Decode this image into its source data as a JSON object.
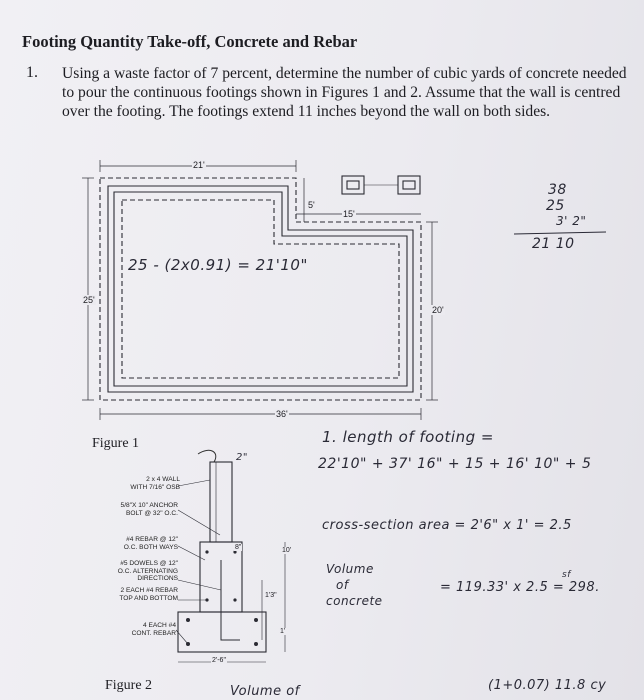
{
  "header": {
    "title": "Footing Quantity Take-off, Concrete and Rebar"
  },
  "question": {
    "number": "1.",
    "text": "Using a waste factor of 7 percent, determine the number of cubic yards of concrete needed to pour the continuous footings shown in Figures 1 and 2. Assume that the wall is centred over the footing. The footings extend 11 inches beyond the wall on both sides."
  },
  "figure1": {
    "caption": "Figure 1",
    "dims": {
      "top": "21'",
      "notch": "5'",
      "right_top": "15'",
      "left": "25'",
      "right": "20'",
      "bottom": "36'"
    }
  },
  "figure2": {
    "caption": "Figure 2",
    "labels": {
      "wall": "2 x 4 WALL\nWITH 7/16\" OSB",
      "anchor": "5/8\"X 10\" ANCHOR\nBOLT @ 32\" O.C.",
      "rebar": "#4 REBAR @ 12\"\nO.C. BOTH WAYS",
      "dowels": "#5 DOWELS @ 12\"\nO.C. ALTERNATING\nDIRECTIONS",
      "each_rebar": "2 EACH #4 REBAR\nTOP AND BOTTOM",
      "cont_rebar": "4 EACH #4\nCONT. REBAR"
    },
    "dims": {
      "d8": "8\"",
      "d10": "10'",
      "d13": "1'3\"",
      "d1": "1'",
      "d26": "2'-6\""
    }
  },
  "handwriting": {
    "calc_inside": "25 - (2x0.91) = 21'10\"",
    "sum_38": "38",
    "sum_25": "25",
    "sum_32": "3' 2\"",
    "sum_result": "21 10",
    "step1_a": "1. length of footing =",
    "step1_b": "22'10\" + 37' 16\" + 15 + 16' 10\" + 5",
    "cross": "cross-section area = 2'6\" x 1' = 2.5",
    "vol_label1": "Volume",
    "vol_label2": "of",
    "vol_label3": "concrete",
    "vol_calc": "= 119.33' x 2.5 = 298.",
    "vol_unit": "sf",
    "bottom_left": "Volume of",
    "bottom_right": "(1+0.07) 11.8 cy",
    "two_inch": "2\""
  }
}
